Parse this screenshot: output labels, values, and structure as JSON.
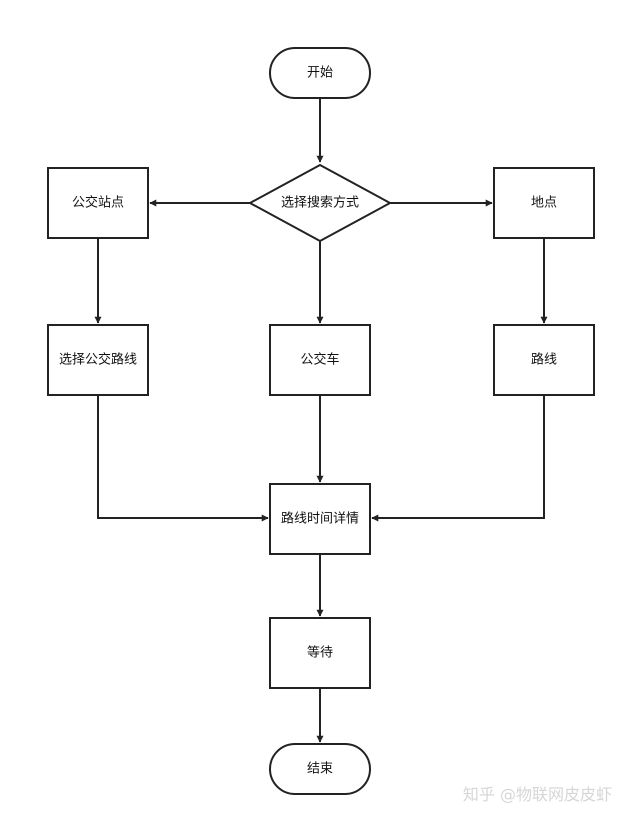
{
  "nodes": {
    "start": "开始",
    "choose": "选择搜索方式",
    "stop": "公交站点",
    "place": "地点",
    "choose_route": "选择公交路线",
    "bus": "公交车",
    "route": "路线",
    "details": "路线时间详情",
    "wait": "等待",
    "end": "结束"
  },
  "watermark": "知乎 @物联网皮皮虾",
  "colors": {
    "stroke": "#222222",
    "fill": "#ffffff",
    "text": "#111111",
    "watermark": "#d6d6d6"
  }
}
